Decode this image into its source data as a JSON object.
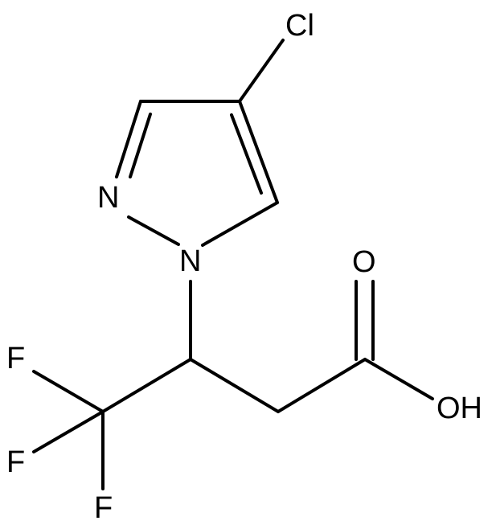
{
  "molecule": {
    "atoms": {
      "cl": "Cl",
      "n_ring_2": "N",
      "n_ring_1": "N",
      "o_carbonyl": "O",
      "oh": "OH",
      "f_top": "F",
      "f_left": "F",
      "f_bottom": "F"
    },
    "colors": {
      "bond": "#000000",
      "label": "#000000",
      "background": "#ffffff"
    }
  }
}
